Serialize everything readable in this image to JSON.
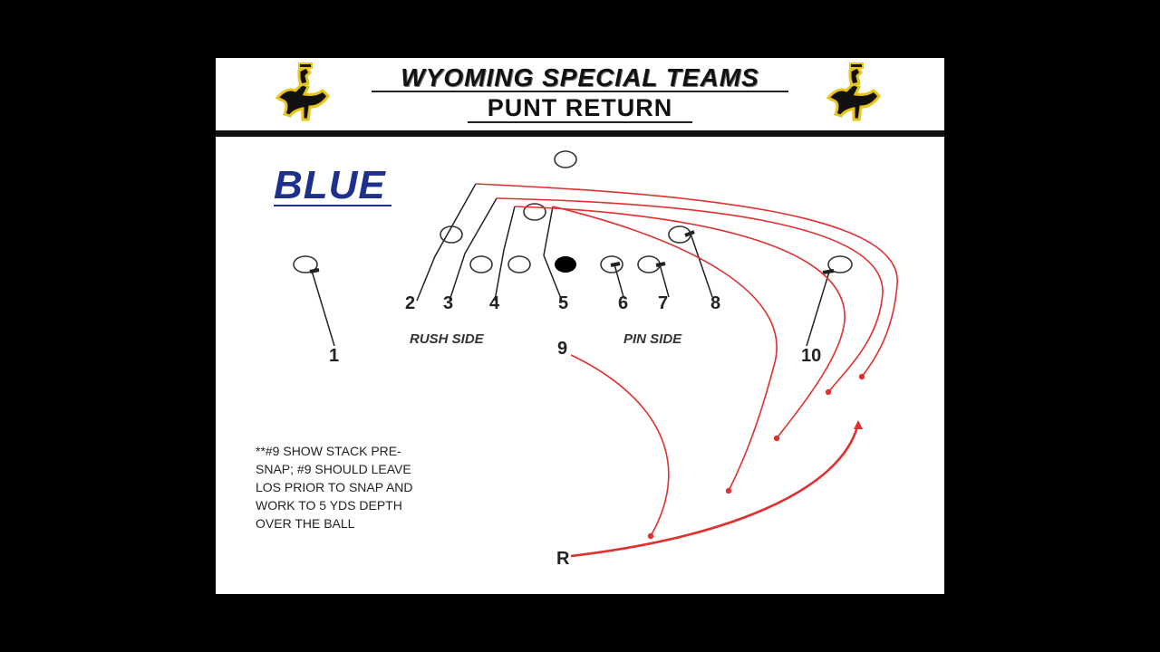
{
  "header": {
    "title": "WYOMING SPECIAL TEAMS",
    "subtitle": "PUNT RETURN",
    "logo_left": "bucking-horse-rider-logo",
    "logo_right": "bucking-horse-rider-logo"
  },
  "formation": {
    "name": "BLUE",
    "rush_side_label": "RUSH SIDE",
    "pin_side_label": "PIN SIDE",
    "players": [
      "1",
      "2",
      "3",
      "4",
      "5",
      "6",
      "7",
      "8",
      "9",
      "10"
    ],
    "returner": "R"
  },
  "note": "**#9 SHOW STACK PRE-\nSNAP; #9 SHOULD LEAVE\nLOS PRIOR  TO SNAP AND\nWORK TO 5 YDS DEPTH\nOVER THE BALL",
  "colors": {
    "background": "#000000",
    "slide": "#ffffff",
    "blue_label": "#1f2f8e",
    "route_red": "#e03030",
    "logo_gold": "#e6c419"
  }
}
